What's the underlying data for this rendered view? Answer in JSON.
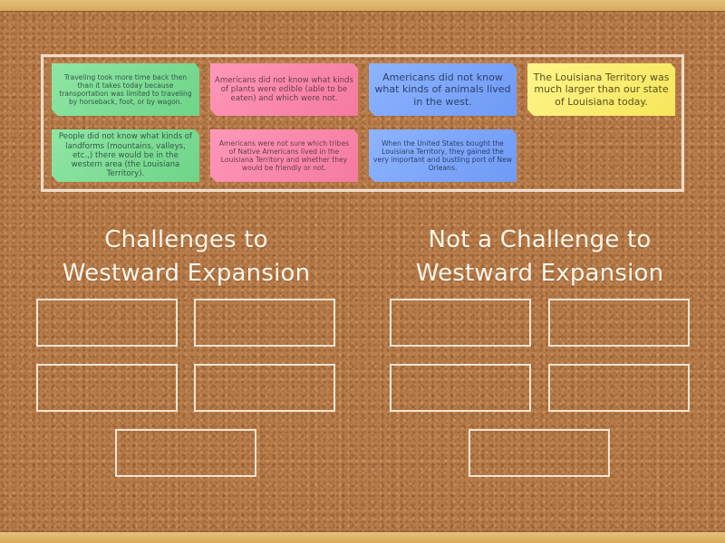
{
  "activity": {
    "type": "group-sort",
    "colors": {
      "board": "#b97d4b",
      "frame": "#e0b46a",
      "chalk": "#fdf6ea",
      "card_green": "#7edc96",
      "card_pink": "#f889ab",
      "card_blue": "#7ea7fa",
      "card_yellow": "#faed6f"
    }
  },
  "cards": [
    {
      "id": "c1",
      "color": "green",
      "text": "Traveling took more time back then than it takes today because transportation was limited to traveling by horseback, foot, or by wagon."
    },
    {
      "id": "c2",
      "color": "pink",
      "text": "Americans did not know what kinds of plants were edible (able to be eaten) and which were not."
    },
    {
      "id": "c3",
      "color": "blue",
      "text": "Americans did not know what kinds of animals lived in the west."
    },
    {
      "id": "c4",
      "color": "yellow",
      "text": "The Louisiana Territory was much larger than our state of Louisiana today."
    },
    {
      "id": "c5",
      "color": "green",
      "text": "People did not know what kinds of landforms (mountains, valleys, etc.,) there would be in the western area (the Louisiana Territory)."
    },
    {
      "id": "c6",
      "color": "pink",
      "text": "Americans were not sure which tribes of Native Americans lived in the Louisiana Territory and whether they would be friendly or not."
    },
    {
      "id": "c7",
      "color": "blue",
      "text": "When the United States bought the Louisiana Territory, they gained the very important and bustling port of New Orleans."
    }
  ],
  "groups": [
    {
      "id": "g1",
      "title_line1": "Challenges to",
      "title_line2": "Westward Expansion",
      "slots": 5
    },
    {
      "id": "g2",
      "title_line1": "Not a Challenge to",
      "title_line2": "Westward Expansion",
      "slots": 5
    }
  ]
}
